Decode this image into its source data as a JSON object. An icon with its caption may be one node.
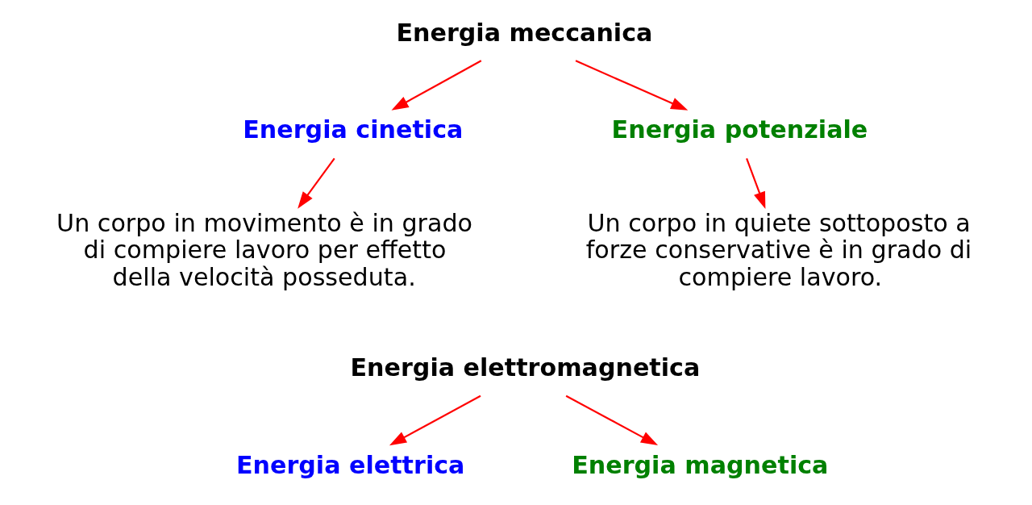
{
  "diagram": {
    "nodes": [
      {
        "text": [
          "Energia meccanica"
        ]
      },
      {
        "text": [
          "Energia cinetica"
        ]
      },
      {
        "text": [
          "Energia potenziale"
        ]
      },
      {
        "text": [
          "Un corpo in movimento è in grado di compiere lavoro per effetto della velocità posseduta."
        ]
      },
      {
        "text": [
          "Un corpo in quiete sottoposto a forze conservative è in grado di compiere lavoro."
        ]
      },
      {
        "text": [
          "Energia elettromagnetica"
        ]
      },
      {
        "text": [
          "Energia elettrica"
        ]
      },
      {
        "text": [
          "Energia magnetica"
        ]
      }
    ],
    "edges": [
      {
        "from": 0,
        "to": 1,
        "arrow": "to"
      },
      {
        "from": 0,
        "to": 2,
        "arrow": "to"
      },
      {
        "from": 1,
        "to": 3,
        "arrow": "to"
      },
      {
        "from": 2,
        "to": 4,
        "arrow": "to"
      },
      {
        "from": 5,
        "to": 6,
        "arrow": "to"
      },
      {
        "from": 5,
        "to": 7,
        "arrow": "to"
      }
    ]
  }
}
